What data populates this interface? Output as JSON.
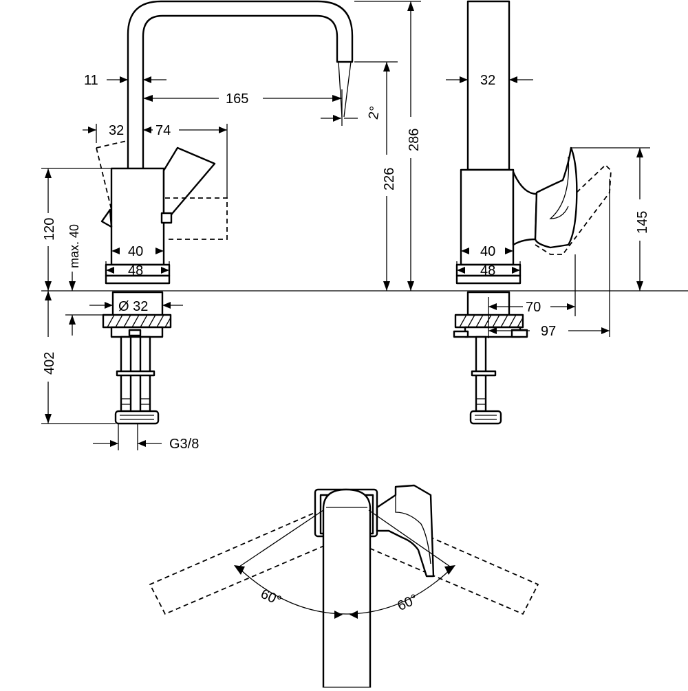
{
  "dims": {
    "d11": "11",
    "d165": "165",
    "d2deg": "2°",
    "d32_top": "32",
    "d74": "74",
    "d286": "286",
    "d226": "226",
    "d120": "120",
    "dmax40": "max. 40",
    "d40_left": "40",
    "d48_left": "48",
    "dphi32": "Ø 32",
    "d402": "402",
    "dG38": "G3/8",
    "d32_side": "32",
    "d145": "145",
    "d40_side": "40",
    "d48_side": "48",
    "d70": "70",
    "d97": "97",
    "d60_left": "60°",
    "d60_right": "60°"
  }
}
